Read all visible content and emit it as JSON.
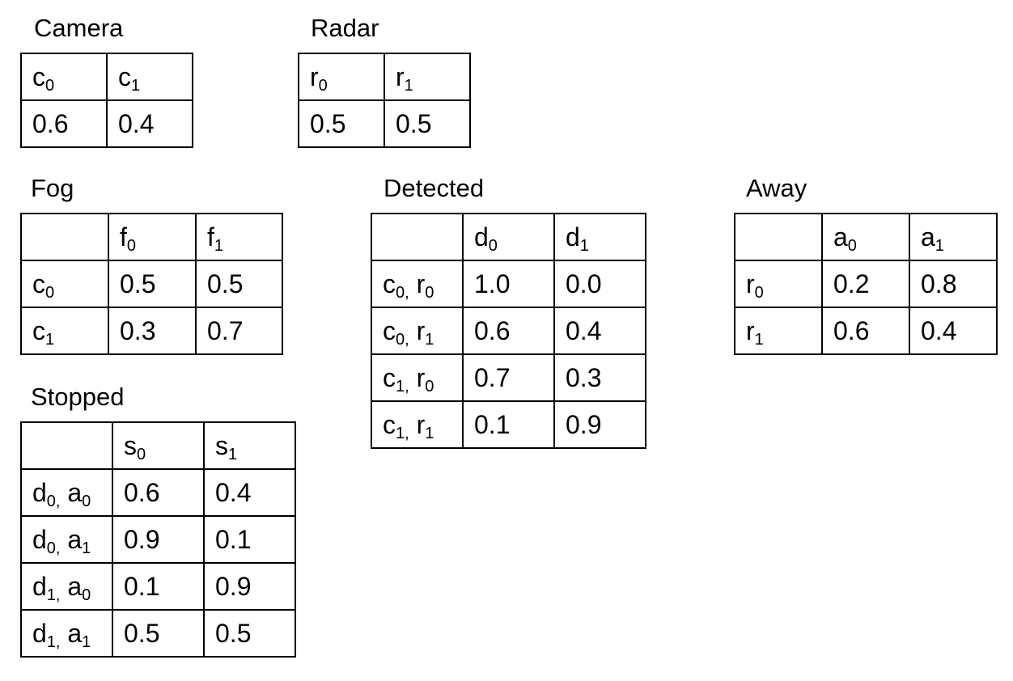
{
  "tables": {
    "camera": {
      "title": "Camera",
      "header": [
        {
          "v": "c",
          "s": "0"
        },
        {
          "v": "c",
          "s": "1"
        }
      ],
      "values": [
        "0.6",
        "0.4"
      ]
    },
    "radar": {
      "title": "Radar",
      "header": [
        {
          "v": "r",
          "s": "0"
        },
        {
          "v": "r",
          "s": "1"
        }
      ],
      "values": [
        "0.5",
        "0.5"
      ]
    },
    "fog": {
      "title": "Fog",
      "header": [
        {
          "v": "f",
          "s": "0"
        },
        {
          "v": "f",
          "s": "1"
        }
      ],
      "rows": [
        {
          "label": [
            {
              "v": "c",
              "s": "0"
            }
          ],
          "values": [
            "0.5",
            "0.5"
          ]
        },
        {
          "label": [
            {
              "v": "c",
              "s": "1"
            }
          ],
          "values": [
            "0.3",
            "0.7"
          ]
        }
      ]
    },
    "detected": {
      "title": "Detected",
      "header": [
        {
          "v": "d",
          "s": "0"
        },
        {
          "v": "d",
          "s": "1"
        }
      ],
      "rows": [
        {
          "label": [
            {
              "v": "c",
              "s": "0,"
            },
            {
              "v": " r",
              "s": "0"
            }
          ],
          "values": [
            "1.0",
            "0.0"
          ]
        },
        {
          "label": [
            {
              "v": "c",
              "s": "0,"
            },
            {
              "v": " r",
              "s": "1"
            }
          ],
          "values": [
            "0.6",
            "0.4"
          ]
        },
        {
          "label": [
            {
              "v": "c",
              "s": "1,"
            },
            {
              "v": " r",
              "s": "0"
            }
          ],
          "values": [
            "0.7",
            "0.3"
          ]
        },
        {
          "label": [
            {
              "v": "c",
              "s": "1,"
            },
            {
              "v": " r",
              "s": "1"
            }
          ],
          "values": [
            "0.1",
            "0.9"
          ]
        }
      ]
    },
    "away": {
      "title": "Away",
      "header": [
        {
          "v": "a",
          "s": "0"
        },
        {
          "v": "a",
          "s": "1"
        }
      ],
      "rows": [
        {
          "label": [
            {
              "v": "r",
              "s": "0"
            }
          ],
          "values": [
            "0.2",
            "0.8"
          ]
        },
        {
          "label": [
            {
              "v": "r",
              "s": "1"
            }
          ],
          "values": [
            "0.6",
            "0.4"
          ]
        }
      ]
    },
    "stopped": {
      "title": "Stopped",
      "header": [
        {
          "v": "s",
          "s": "0"
        },
        {
          "v": "s",
          "s": "1"
        }
      ],
      "rows": [
        {
          "label": [
            {
              "v": "d",
              "s": "0,"
            },
            {
              "v": " a",
              "s": "0"
            }
          ],
          "values": [
            "0.6",
            "0.4"
          ]
        },
        {
          "label": [
            {
              "v": "d",
              "s": "0,"
            },
            {
              "v": " a",
              "s": "1"
            }
          ],
          "values": [
            "0.9",
            "0.1"
          ]
        },
        {
          "label": [
            {
              "v": "d",
              "s": "1,"
            },
            {
              "v": " a",
              "s": "0"
            }
          ],
          "values": [
            "0.1",
            "0.9"
          ]
        },
        {
          "label": [
            {
              "v": "d",
              "s": "1,"
            },
            {
              "v": " a",
              "s": "1"
            }
          ],
          "values": [
            "0.5",
            "0.5"
          ]
        }
      ]
    }
  }
}
